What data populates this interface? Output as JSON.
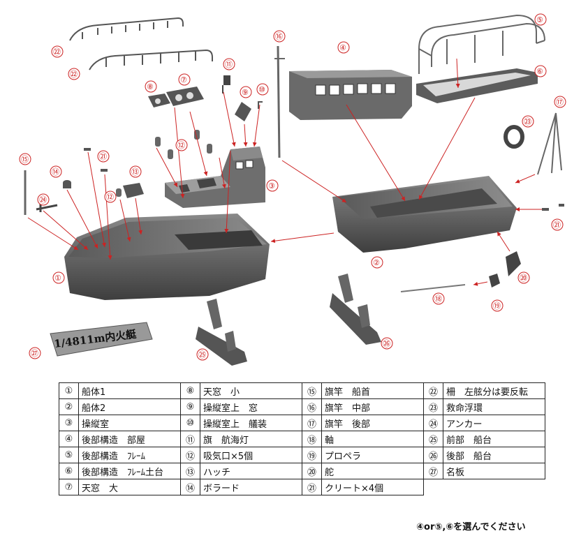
{
  "callouts": [
    "①",
    "②",
    "③",
    "④",
    "⑤",
    "⑥",
    "⑦",
    "⑧",
    "⑨",
    "⑩",
    "⑪",
    "⑫",
    "⑬",
    "⑭",
    "⑮",
    "⑯",
    "⑰",
    "⑱",
    "⑲",
    "⑳",
    "㉑",
    "㉒",
    "㉓",
    "㉔",
    "㉕",
    "㉖",
    "㉗"
  ],
  "nameplate": "1/4811m内火艇",
  "parts": [
    {
      "no": "①",
      "name": "船体1"
    },
    {
      "no": "②",
      "name": "船体2"
    },
    {
      "no": "③",
      "name": "操縦室"
    },
    {
      "no": "④",
      "name": "後部構造　部屋"
    },
    {
      "no": "⑤",
      "name": "後部構造　ﾌﾚｰﾑ"
    },
    {
      "no": "⑥",
      "name": "後部構造　ﾌﾚｰﾑ土台"
    },
    {
      "no": "⑦",
      "name": "天窓　大"
    },
    {
      "no": "⑧",
      "name": "天窓　小"
    },
    {
      "no": "⑨",
      "name": "操縦室上　窓"
    },
    {
      "no": "⑩",
      "name": "操縦室上　艤装"
    },
    {
      "no": "⑪",
      "name": "旗　航海灯"
    },
    {
      "no": "⑫",
      "name": "吸気口×5個"
    },
    {
      "no": "⑬",
      "name": "ハッチ"
    },
    {
      "no": "⑭",
      "name": "ボラード"
    },
    {
      "no": "⑮",
      "name": "旗竿　船首"
    },
    {
      "no": "⑯",
      "name": "旗竿　中部"
    },
    {
      "no": "⑰",
      "name": "旗竿　後部"
    },
    {
      "no": "⑱",
      "name": "軸"
    },
    {
      "no": "⑲",
      "name": "プロペラ"
    },
    {
      "no": "⑳",
      "name": "舵"
    },
    {
      "no": "㉑",
      "name": "クリート×4個"
    },
    {
      "no": "㉒",
      "name": "柵　左舷分は要反転"
    },
    {
      "no": "㉓",
      "name": "救命浮環"
    },
    {
      "no": "㉔",
      "name": "アンカー"
    },
    {
      "no": "㉕",
      "name": "前部　船台"
    },
    {
      "no": "㉖",
      "name": "後部　船台"
    },
    {
      "no": "㉗",
      "name": "名板"
    }
  ],
  "footer_note": "④or⑤,⑥を選んでください",
  "colors": {
    "callout": "#cc2222",
    "part_fill": "#6e6e6e",
    "part_dark": "#3a3a3a",
    "part_light": "#a8a8a8"
  }
}
